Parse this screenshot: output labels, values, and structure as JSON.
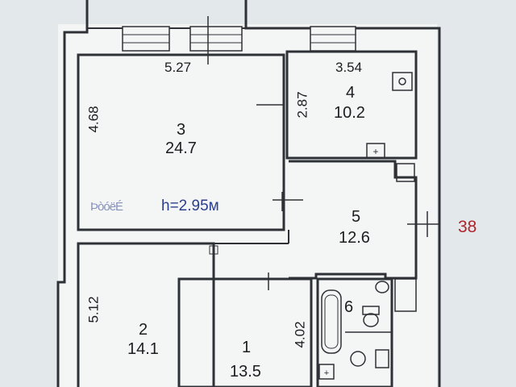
{
  "rooms": [
    {
      "number": "3",
      "area": "24.7"
    },
    {
      "number": "4",
      "area": "10.2"
    },
    {
      "number": "5",
      "area": "12.6"
    },
    {
      "number": "6",
      "area": ""
    },
    {
      "number": "2",
      "area": "14.1"
    },
    {
      "number": "1",
      "area": "13.5"
    }
  ],
  "dimensions": {
    "room3_width": "5.27",
    "room3_depth": "4.68",
    "room4_width": "3.54",
    "room4_depth": "2.87",
    "room2_depth": "5.12",
    "room1_depth": "4.02"
  },
  "ceiling_height_prefix": "ÞòóëÉ",
  "ceiling_height": "h=2.95м",
  "side_marker": "38",
  "colors": {
    "wall": "#2e3136",
    "background": "#e3e8ea",
    "height_note": "#2c3f8c",
    "marker": "#b0242c"
  }
}
